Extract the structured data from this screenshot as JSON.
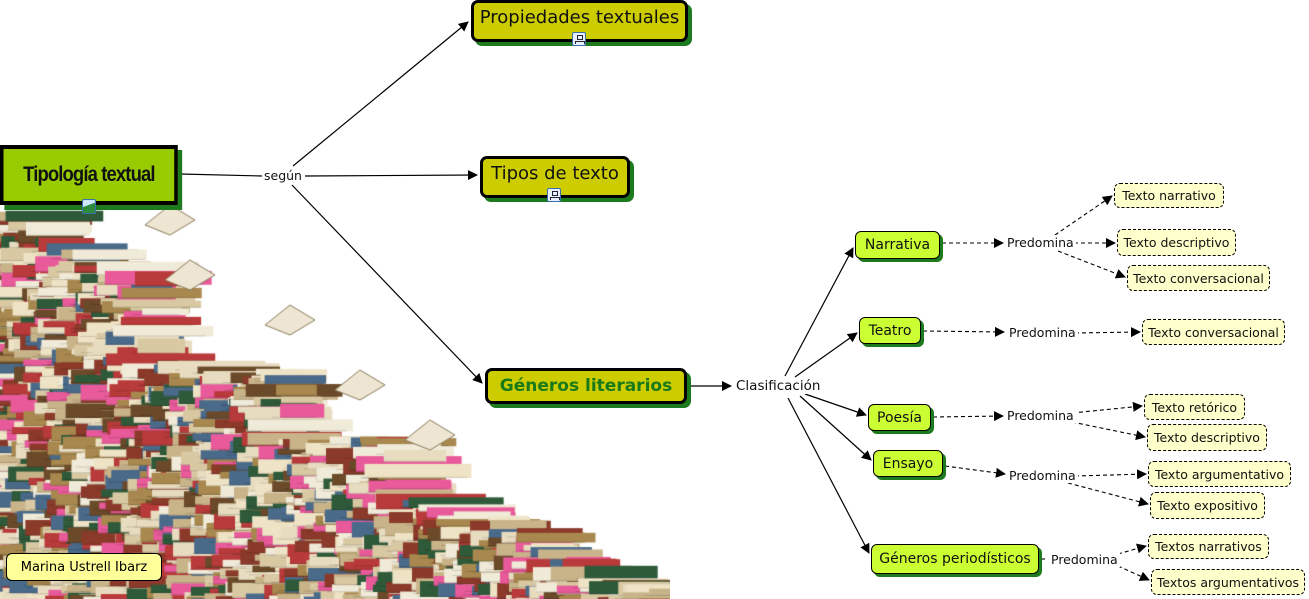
{
  "root": {
    "label": "Tipología textual"
  },
  "linking": {
    "segun": "según",
    "clasificacion": "Clasificación",
    "predomina": "Predomina"
  },
  "concepts": {
    "propiedades": "Propiedades textuales",
    "tipos": "Tipos de texto",
    "generos": "Géneros literarios"
  },
  "genres": [
    {
      "label": "Narrativa",
      "leaves": [
        "Texto narrativo",
        "Texto descriptivo",
        "Texto conversacional"
      ]
    },
    {
      "label": "Teatro",
      "leaves": [
        "Texto conversacional"
      ]
    },
    {
      "label": "Poesía",
      "leaves": [
        "Texto retórico",
        "Texto descriptivo"
      ]
    },
    {
      "label": "Ensayo",
      "leaves": [
        "Texto argumentativo",
        "Texto expositivo"
      ]
    },
    {
      "label": "Géneros periodísticos",
      "leaves": [
        "Textos narrativos",
        "Textos argumentativos"
      ]
    }
  ],
  "author": "Marina Ustrell Ibarz",
  "colors": {
    "root": "#99cc00",
    "main": "#cccc00",
    "genre": "#ccff33",
    "leaf": "#ffffcc",
    "shadow": "#1e7a1e",
    "generos_text": "#1a7a1a"
  }
}
